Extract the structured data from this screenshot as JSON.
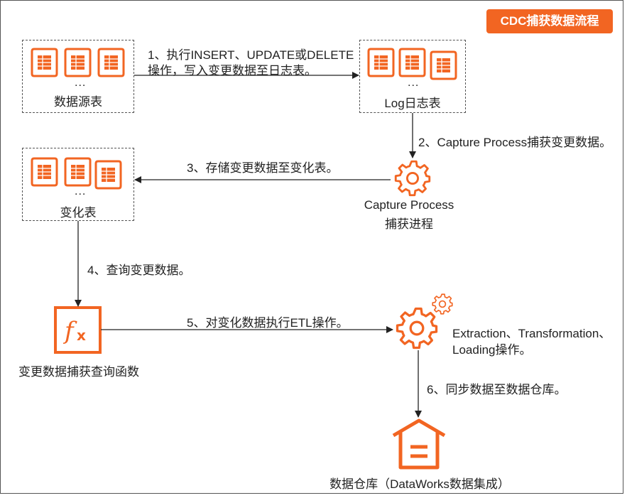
{
  "title": "CDC捕获数据流程",
  "nodes": {
    "source": {
      "label": "数据源表",
      "ellipsis": "..."
    },
    "log": {
      "label": "Log日志表",
      "ellipsis": "..."
    },
    "change": {
      "label": "变化表",
      "ellipsis": "..."
    },
    "capture": {
      "line1": "Capture Process",
      "line2": "捕获进程"
    },
    "function": {
      "label": "变更数据捕获查询函数"
    },
    "etl": {
      "line1": "Extraction、Transformation、",
      "line2": "Loading操作。"
    },
    "warehouse": {
      "label": "数据仓库（DataWorks数据集成）"
    }
  },
  "steps": {
    "s1_line1": "1、执行INSERT、UPDATE或DELETE",
    "s1_line2": "操作，写入变更数据至日志表。",
    "s2": "2、Capture Process捕获变更数据。",
    "s3": "3、存储变更数据至变化表。",
    "s4": "4、查询变更数据。",
    "s5": "5、对变化数据执行ETL操作。",
    "s6": "6、同步数据至数据仓库。"
  },
  "colors": {
    "accent": "#f26522",
    "line": "#222222",
    "text": "#222222"
  }
}
